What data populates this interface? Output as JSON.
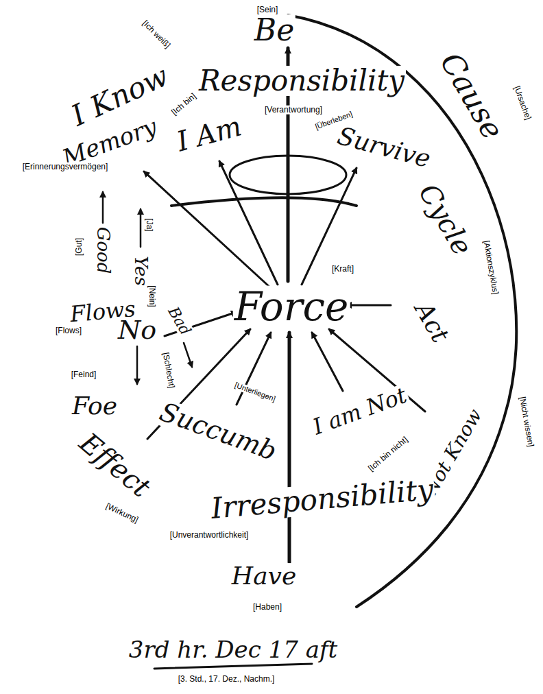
{
  "diagram": {
    "labels": [
      "[Sein]",
      "Be",
      "[Ich weiß]",
      "I Know",
      "Responsibility",
      "[Verantwortung]",
      "Cause",
      "[Ursache]",
      "[Ich bin]",
      "Memory",
      "[Erinnerungsvermögen]",
      "I Am",
      "[Überleben]",
      "Survive",
      "Cycle",
      "[Aktionszyklus]",
      "Force",
      "[Kraft]",
      "Act",
      "Good",
      "[Gut]",
      "Yes",
      "[Ja]",
      "Flows",
      "[Flows]",
      "[Nein]",
      "No",
      "Bad",
      "[Schlecht]",
      "[Feind]",
      "Foe",
      "Effect",
      "[Wirkung]",
      "Succumb",
      "[Unterliegen]",
      "I am Not",
      "[Ich bin nicht]",
      "Not Know",
      "[Nicht wissen]",
      "Irresponsibility",
      "[Unverantwortlichkeit]",
      "Have",
      "[Haben]",
      "3rd hr. Dec 17 aft",
      "[3. Std., 17. Dez., Nachm.]"
    ]
  }
}
